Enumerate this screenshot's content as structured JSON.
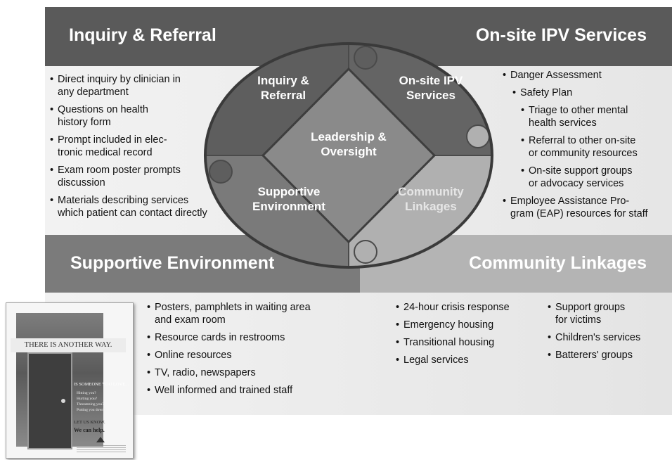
{
  "colors": {
    "inquiry": "#5a5a5a",
    "onsite": "#5a5a5a",
    "supportive": "#7b7b7b",
    "community": "#b4b4b4",
    "leadership": "#8a8a8a",
    "panel_light": "#ececec",
    "oval_border": "#3a3a3a"
  },
  "bands": {
    "inquiry": "Inquiry & Referral",
    "onsite": "On-site IPV Services",
    "supportive": "Supportive Environment",
    "community": "Community Linkages"
  },
  "puzzle": {
    "inquiry": [
      "Inquiry &",
      "Referral"
    ],
    "onsite": [
      "On-site IPV",
      "Services"
    ],
    "supportive": [
      "Supportive",
      "Environment"
    ],
    "community": [
      "Community",
      "Linkages"
    ],
    "center": [
      "Leadership &",
      "Oversight"
    ]
  },
  "lists": {
    "inquiry": [
      [
        "Direct inquiry by clinician in",
        "any department"
      ],
      [
        "Questions on health",
        "history form"
      ],
      [
        "Prompt included in elec-",
        "tronic medical record"
      ],
      [
        "Exam room poster prompts",
        "discussion"
      ],
      [
        "Materials describing services",
        "which patient can contact directly"
      ]
    ],
    "onsite": [
      [
        "Danger Assessment"
      ],
      [
        "Safety Plan"
      ],
      [
        "Triage to other mental",
        "health services"
      ],
      [
        "Referral to other on-site",
        "or community resources"
      ],
      [
        "On-site support groups",
        "or advocacy services"
      ],
      [
        "Employee Assistance Pro-",
        "gram (EAP) resources for staff"
      ]
    ],
    "supportive": [
      [
        "Posters, pamphlets in waiting area",
        "and exam room"
      ],
      [
        "Resource cards in restrooms"
      ],
      [
        "Online resources"
      ],
      [
        "TV, radio, newspapers"
      ],
      [
        "Well informed and trained staff"
      ]
    ],
    "community_a": [
      [
        "24-hour crisis response"
      ],
      [
        "Emergency housing"
      ],
      [
        "Transitional housing"
      ],
      [
        "Legal services"
      ]
    ],
    "community_b": [
      [
        "Support groups",
        "for victims"
      ],
      [
        "Children's services"
      ],
      [
        "Batterers' groups"
      ]
    ]
  },
  "poster": {
    "headline": "There is another way.",
    "question": "Is someone you love...",
    "items": [
      "Hitting you?",
      "Hurting you?",
      "Threatening you?",
      "Putting you down?"
    ],
    "cta1": "Let us know.",
    "cta2": "We can help."
  }
}
